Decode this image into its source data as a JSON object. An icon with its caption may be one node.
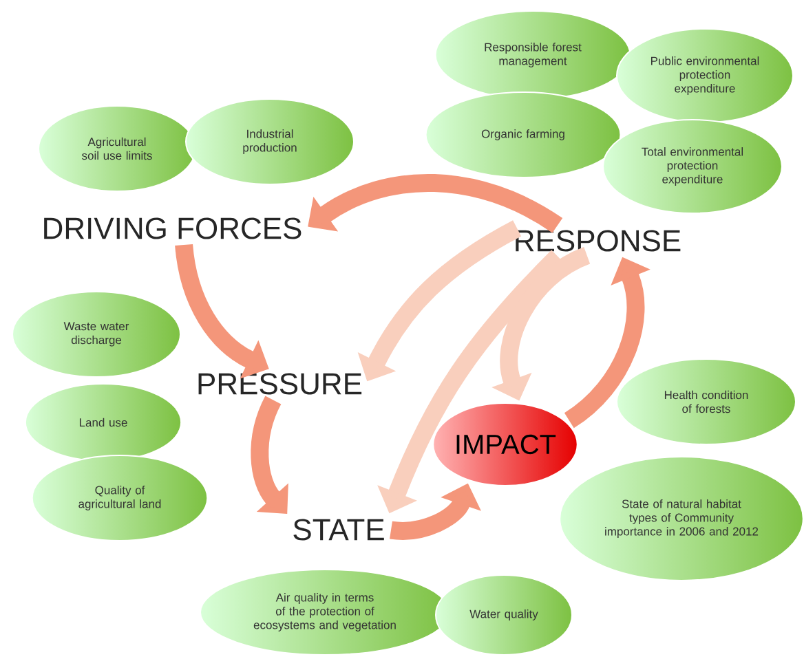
{
  "diagram": {
    "nodes": [
      {
        "text": [
          "DRIVING FORCES"
        ]
      },
      {
        "text": [
          "PRESSURE"
        ]
      },
      {
        "text": [
          "STATE"
        ]
      },
      {
        "text": [
          "IMPACT"
        ]
      },
      {
        "text": [
          "RESPONSE"
        ]
      },
      {
        "text": [
          "Agricultural soil use limits"
        ]
      },
      {
        "text": [
          "Industrial production"
        ]
      },
      {
        "text": [
          "Responsible forest management"
        ]
      },
      {
        "text": [
          "Public environmental protection expenditure"
        ]
      },
      {
        "text": [
          "Organic farming"
        ]
      },
      {
        "text": [
          "Total environmental protection expenditure"
        ]
      },
      {
        "text": [
          "Waste water discharge"
        ]
      },
      {
        "text": [
          "Land use"
        ]
      },
      {
        "text": [
          "Quality of agricultural land"
        ]
      },
      {
        "text": [
          "Health condition of forests"
        ]
      },
      {
        "text": [
          "State of natural habitat types of Community importance in 2006 and 2012"
        ]
      },
      {
        "text": [
          "Air quality in terms of the protection of ecosystems and vegetation"
        ]
      },
      {
        "text": [
          "Water quality"
        ]
      }
    ],
    "edges": [
      {
        "from": 4,
        "to": 1,
        "arrow": "to",
        "color": "#f9cfbd"
      },
      {
        "from": 4,
        "to": 2,
        "arrow": "to",
        "color": "#f9cfbd"
      },
      {
        "from": 4,
        "to": 3,
        "arrow": "to",
        "color": "#f9cfbd"
      },
      {
        "from": 4,
        "to": 0,
        "arrow": "to"
      },
      {
        "from": 0,
        "to": 1,
        "arrow": "to"
      },
      {
        "from": 1,
        "to": 2,
        "arrow": "to"
      },
      {
        "from": 2,
        "to": 3,
        "arrow": "to"
      },
      {
        "from": 3,
        "to": 4,
        "arrow": "to"
      }
    ]
  }
}
